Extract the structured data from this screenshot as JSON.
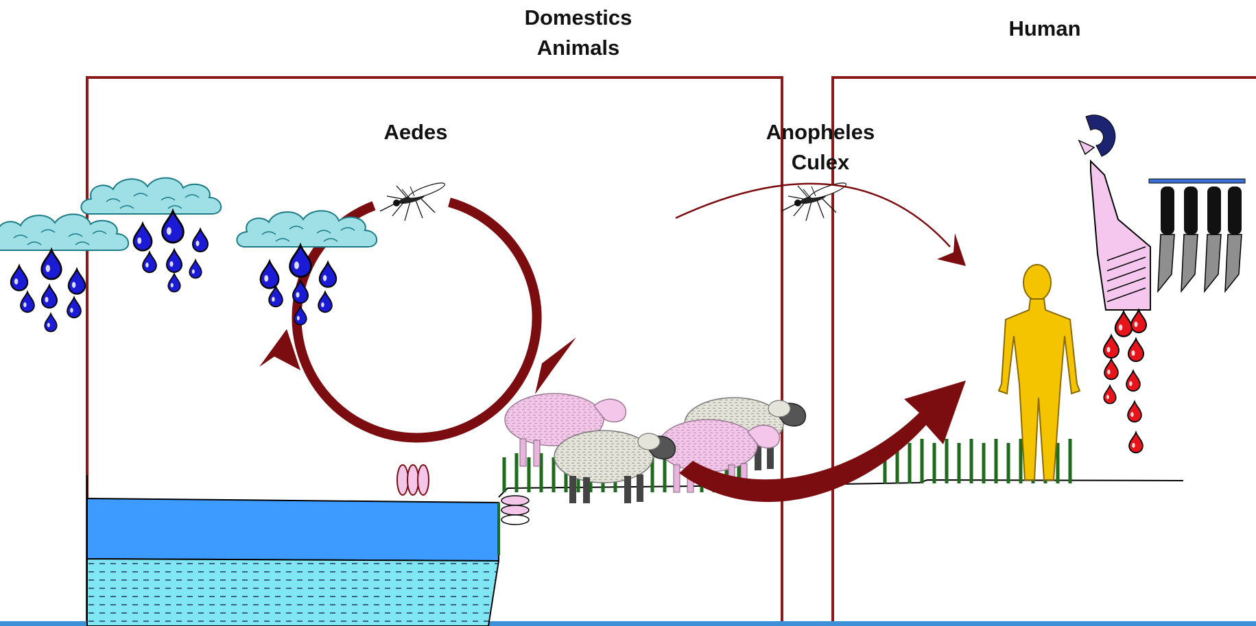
{
  "labels": {
    "domestic_line1": "Domestics",
    "domestic_line2": "Animals",
    "human": "Human",
    "aedes": "Aedes",
    "anopheles": "Anopheles",
    "culex": "Culex"
  },
  "icons": [
    "rain-cloud-icon",
    "raindrop-icon",
    "mosquito-icon",
    "sheep-icon",
    "human-figure-icon",
    "lancet-icon",
    "blood-drop-icon",
    "knife-rack-icon",
    "eggs-icon",
    "grass-icon",
    "water-pond-icon"
  ],
  "colors": {
    "arrow": "#7b0c10",
    "frame": "#8b1a1a",
    "cloud": "#9fdfe6",
    "raindrop": "#1b1bd6",
    "blood": "#e8141b",
    "water_top": "#3d9bff",
    "water_bottom": "#7fe6f2",
    "grass": "#1e6b1e",
    "human": "#f5c400",
    "sheep_pink": "#f3c6ea",
    "sheep_white": "#e4e4da",
    "lancet": "#f5c6ee"
  }
}
